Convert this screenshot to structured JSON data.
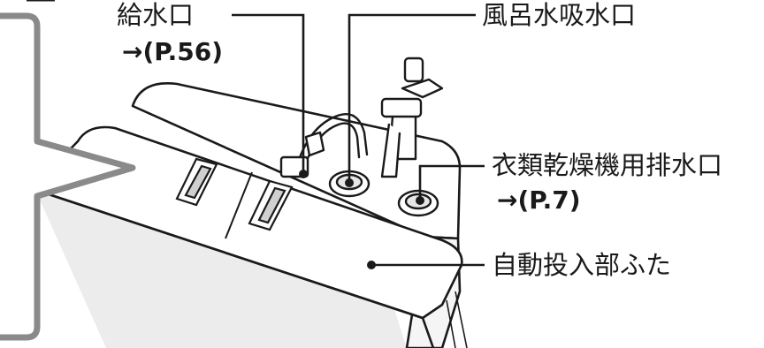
{
  "labels": {
    "water_inlet": "給水口",
    "water_inlet_ref": "→(P.56)",
    "bath_water_intake": "風呂水吸水口",
    "dryer_drain_outlet": "衣類乾燥機用排水口",
    "dryer_drain_ref": "→(P.7)",
    "auto_dispenser_lid": "自動投入部ふた"
  },
  "colors": {
    "line": "#1a1a1a",
    "body_shade": "#ececec",
    "callout_border": "#8a8a8a",
    "callout_fill": "#ffffff"
  }
}
